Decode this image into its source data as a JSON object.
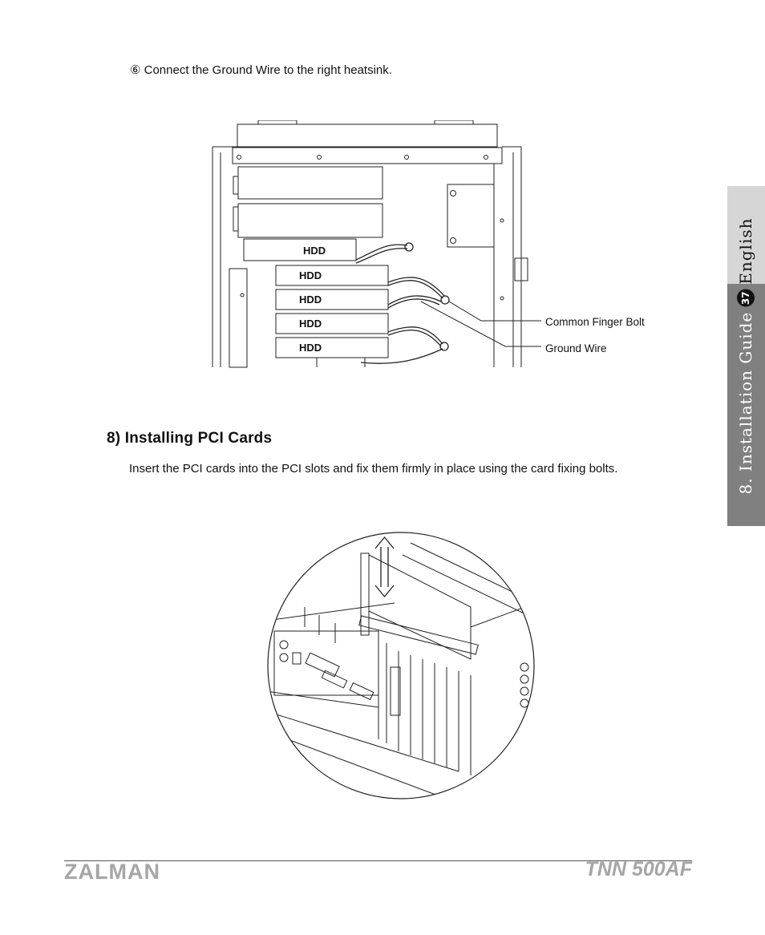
{
  "step": {
    "text": "⑥ Connect the Ground Wire to the right heatsink."
  },
  "figure1": {
    "hdd_labels": [
      "HDD",
      "HDD",
      "HDD",
      "HDD",
      "HDD"
    ],
    "callout_finger_bolt": "Common Finger Bolt",
    "callout_ground_wire": "Ground Wire"
  },
  "section": {
    "title": "8) Installing PCI Cards",
    "body": "Insert the PCI cards into the PCI slots and fix them firmly in place using the card fixing bolts."
  },
  "side_tab": {
    "chapter": "8. Installation Guide",
    "page": "37",
    "language": "English"
  },
  "footer": {
    "brand": "ZALMAN",
    "model": "TNN 500AF"
  }
}
